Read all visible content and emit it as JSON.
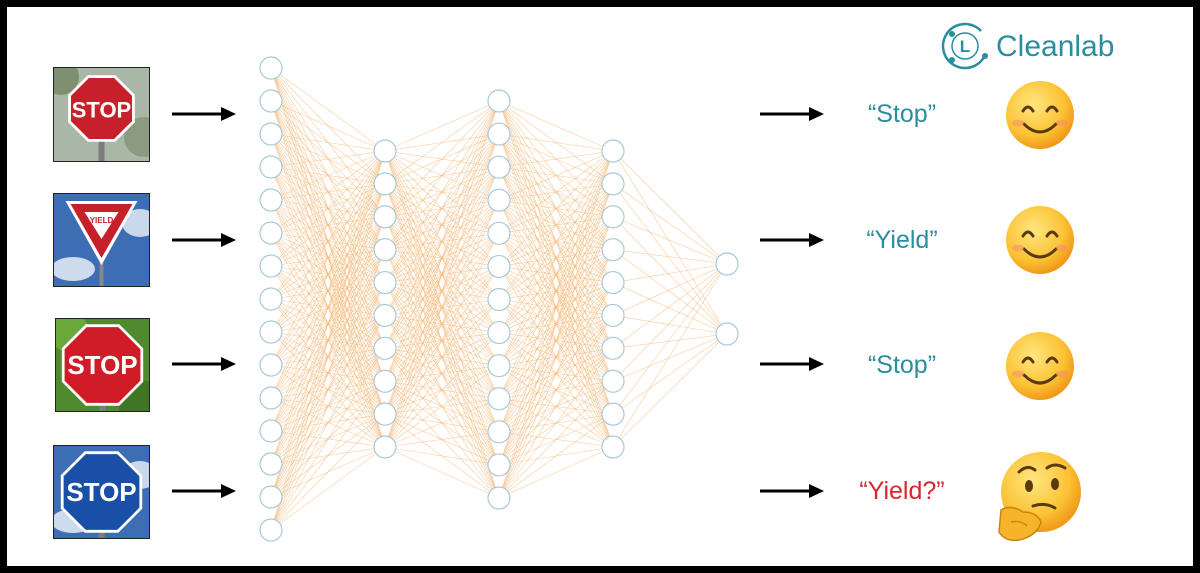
{
  "brand": {
    "name": "Cleanlab",
    "logo_letter": "L",
    "color": "#2a8e9e"
  },
  "inputs": [
    {
      "text": "STOP",
      "sign": "stop-sign",
      "sign_color": "#c8202b",
      "sky": "sky-foliage"
    },
    {
      "text": "YIELD",
      "sign": "yield-sign",
      "sign_color": "#c8202b",
      "sky": "blue-sky"
    },
    {
      "text": "STOP",
      "sign": "stop-sign",
      "sign_color": "#d01c26",
      "sky": "green-foliage"
    },
    {
      "text": "STOP",
      "sign": "stop-sign",
      "sign_color": "#1a4fa8",
      "sky": "blue-sky"
    }
  ],
  "network": {
    "layers": [
      15,
      10,
      13,
      10,
      2
    ],
    "node_stroke": "#a9c9d8",
    "edge_color": "#f6b97b"
  },
  "outputs": [
    {
      "label": "“Stop”",
      "status": "correct",
      "emoji": "smiling-face-icon"
    },
    {
      "label": "“Yield”",
      "status": "correct",
      "emoji": "smiling-face-icon"
    },
    {
      "label": "“Stop”",
      "status": "correct",
      "emoji": "smiling-face-icon"
    },
    {
      "label": "“Yield?”",
      "status": "uncertain",
      "emoji": "thinking-face-icon"
    }
  ],
  "colors": {
    "correct": "#2a8e9e",
    "uncertain": "#d8262c"
  }
}
